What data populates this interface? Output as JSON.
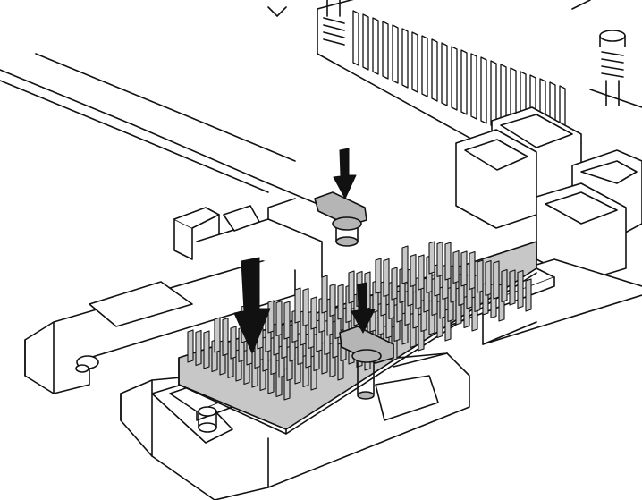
{
  "colors": {
    "background": "#ffffff",
    "outline": "#111111",
    "part_fill": "#ffffff",
    "heatsink_fill": "#c7c7c7",
    "heatsink_dark": "#9a9a9a",
    "arrow_fill": "#111111",
    "thumbscrew_fill": "#b5b5b5"
  },
  "diagram": {
    "heatsink_fins": {
      "rows": 10,
      "columns": 13
    },
    "arrows": [
      {
        "id": "arrow-heatsink-down",
        "direction": "down"
      },
      {
        "id": "arrow-rear-screw-down",
        "direction": "down"
      },
      {
        "id": "arrow-front-screw-down",
        "direction": "down"
      }
    ]
  }
}
